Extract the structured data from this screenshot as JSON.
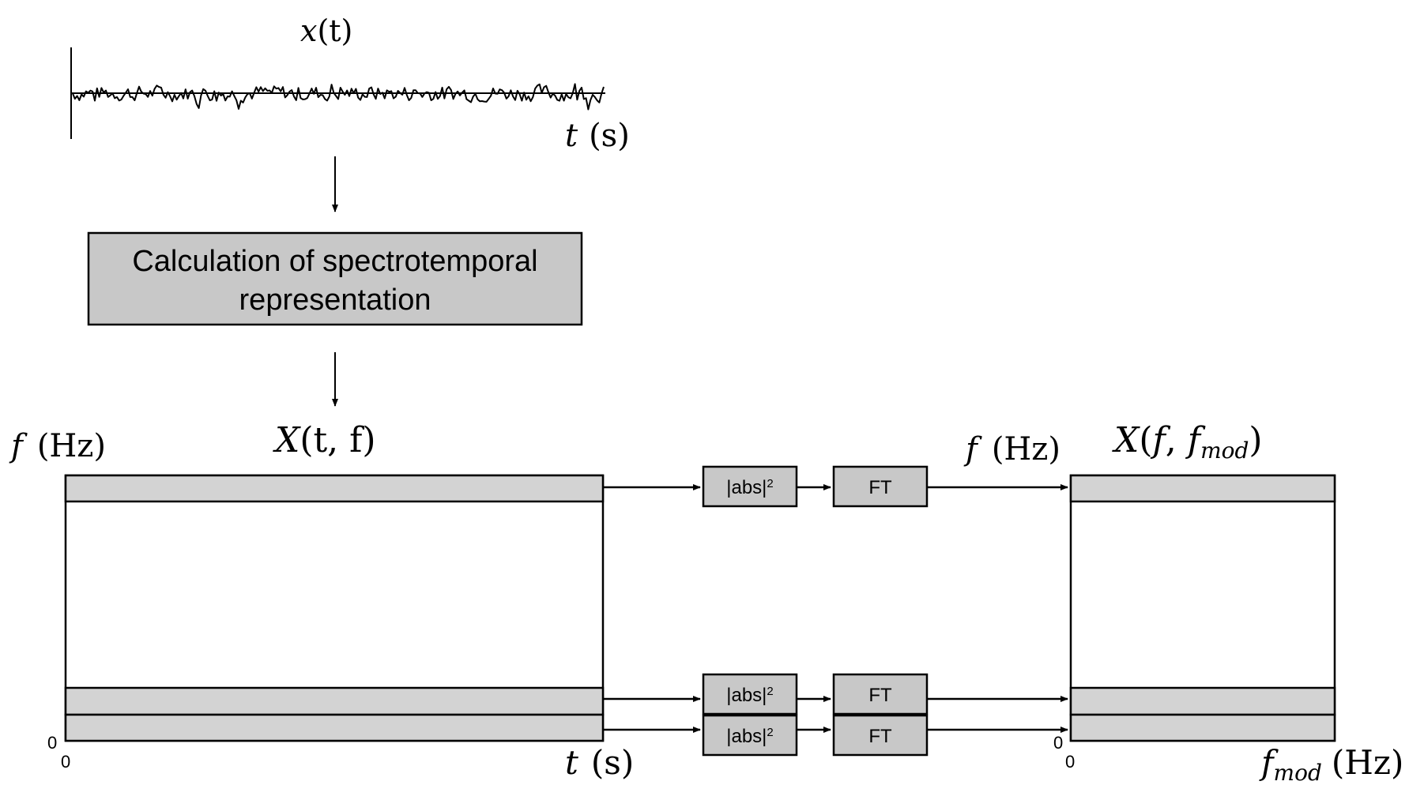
{
  "signal": {
    "label_var": "x",
    "label_arg": "(t)",
    "t_var": "t",
    "t_unit": "(s)"
  },
  "process_box": {
    "line1": "Calculation of spectrotemporal",
    "line2": "representation"
  },
  "spectrogram": {
    "title_var": "X",
    "title_args": "(t, f)",
    "title_f": "f",
    "title_close": ")",
    "y_var": "f",
    "y_unit": "(Hz)",
    "x_var": "t",
    "x_unit": "(s)",
    "origin_x": "0",
    "origin_y": "0"
  },
  "blocks": {
    "abs_label": "|abs|",
    "abs_power": "2",
    "ft_label": "FT"
  },
  "modulation": {
    "title_var": "X",
    "title_open": "(",
    "title_f": "f",
    "title_comma": ", ",
    "title_fmod": "f",
    "title_fmod_sub": "mod",
    "title_close": ")",
    "y_var": "f",
    "y_unit": "(Hz)",
    "x_var": "f",
    "x_sub": "mod",
    "x_unit": "(Hz)",
    "origin_x": "0",
    "origin_y": "0"
  },
  "colors": {
    "band_fill": "#d3d3d3",
    "block_fill": "#c8c8c8",
    "process_fill": "#c8c8c8",
    "stroke": "#000000"
  }
}
